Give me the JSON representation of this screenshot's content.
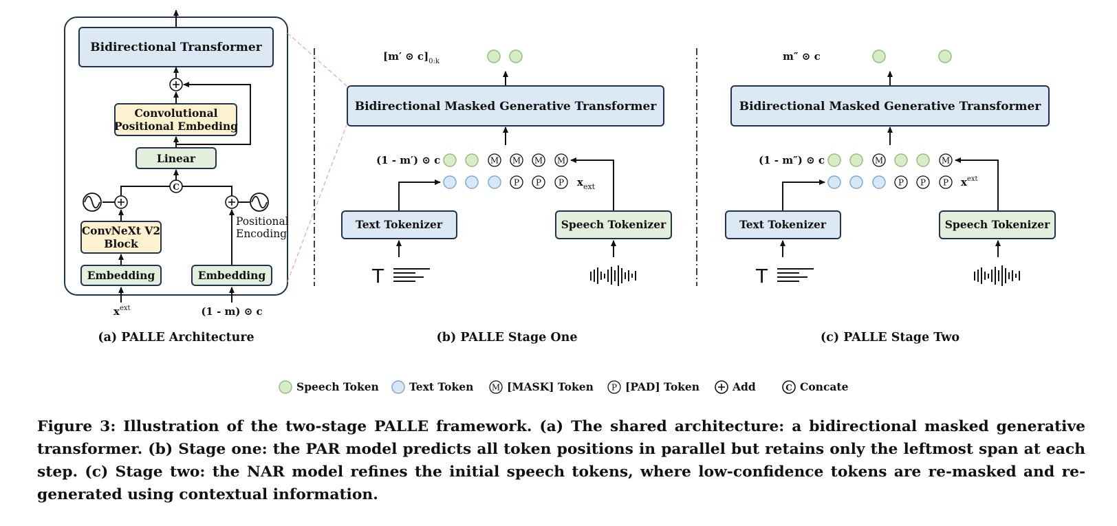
{
  "colors": {
    "blue_fill": "#dce9f5",
    "green_fill": "#e3efdc",
    "yellow_fill": "#fdf1cf",
    "speech_token": "#d6ebc6",
    "speech_token_stroke": "#8cc279",
    "text_token": "#d8e7f6",
    "text_token_stroke": "#7ea8d3",
    "box_stroke": "#1d3350",
    "dashed_guide": "#e7a9b2"
  },
  "panel_a": {
    "transformer": "Bidirectional Transformer",
    "conv_pos_line1": "Convolutional",
    "conv_pos_line2": "Positional Embeding",
    "linear": "Linear",
    "convnext_line1": "ConvNeXt V2",
    "convnext_line2": "Block",
    "embedding_left": "Embedding",
    "embedding_right": "Embedding",
    "pos_enc_line1": "Positional",
    "pos_enc_line2": "Encoding",
    "input_left": "x",
    "input_left_sup": "ext",
    "input_right": "(1 - m) ⊙ c",
    "concat_symbol": "C",
    "caption": "(a)  PALLE Architecture"
  },
  "panel_b": {
    "transformer": "Bidirectional Masked Generative Transformer",
    "output_label": "[m′ ⊙ c]",
    "output_label_sub": "0:k",
    "row1_label": "(1 - m′) ⊙ c",
    "row2_label": "x",
    "row2_label_sub": "ext",
    "text_tokenizer": "Text Tokenizer",
    "speech_tokenizer": "Speech Tokenizer",
    "text_icon": "T",
    "caption": "(b)  PALLE Stage One"
  },
  "panel_c": {
    "transformer": "Bidirectional Masked Generative Transformer",
    "output_label": "m″ ⊙ c",
    "row1_label": "(1 - m″) ⊙ c",
    "row2_label": "x",
    "row2_label_sup": "ext",
    "text_tokenizer": "Text Tokenizer",
    "speech_tokenizer": "Speech Tokenizer",
    "text_icon": "T",
    "caption": "(c)  PALLE Stage Two"
  },
  "token_glyphs": {
    "mask": "M",
    "pad": "P",
    "add": "+"
  },
  "legend": {
    "speech_token": "Speech Token",
    "text_token": "Text Token",
    "mask_token": "[MASK] Token",
    "pad_token": "[PAD] Token",
    "add": "Add",
    "concate": "Concate"
  },
  "caption": "Figure 3: Illustration of the two-stage PALLE framework. (a) The shared architecture: a bidirectional masked generative transformer. (b) Stage one: the PAR model predicts all token positions in parallel but retains only the leftmost span at each step. (c) Stage two: the NAR model refines the initial speech tokens, where low-confidence tokens are re-masked and re-generated using contextual information."
}
